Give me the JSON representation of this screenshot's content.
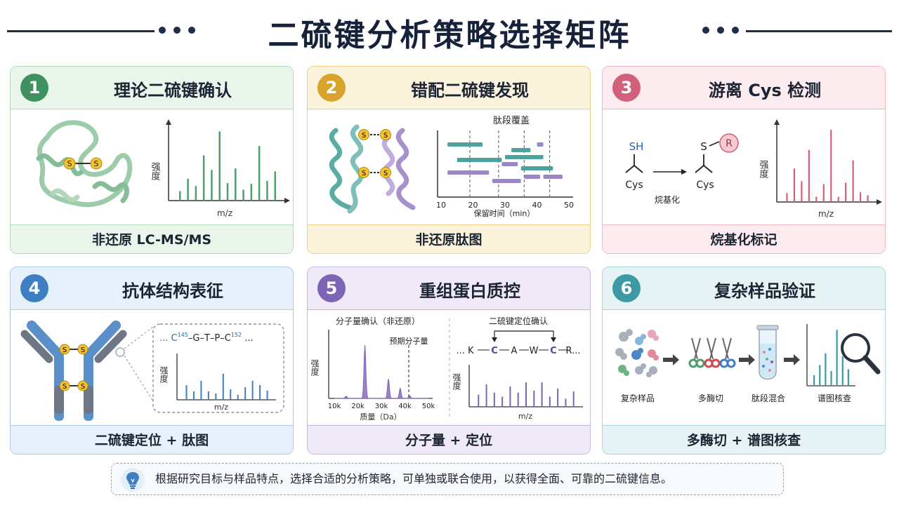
{
  "header": {
    "title": "二硫键分析策略选择矩阵"
  },
  "cards": [
    {
      "num": "1",
      "title": "理论二硫键确认",
      "footer": "非还原 LC-MS/MS",
      "ylabel": "强度",
      "xlabel": "m/z",
      "spectrum": [
        0.13,
        0.3,
        0.2,
        0.62,
        0.42,
        0.95,
        0.24,
        0.44,
        0.15,
        0.23,
        0.75,
        0.27,
        0.4
      ]
    },
    {
      "num": "2",
      "title": "错配二硫键发现",
      "footer": "非还原肽图",
      "chart_title": "肽段覆盖",
      "xlabel": "保留时间（min）",
      "xticks": [
        "10",
        "20",
        "30",
        "40",
        "50"
      ],
      "dashed_at": [
        19,
        28,
        36,
        44
      ]
    },
    {
      "num": "3",
      "title": "游离 Cys 检测",
      "footer": "烷基化标记",
      "sh_label": "SH",
      "s_label": "S",
      "r_label": "R",
      "cys_left": "Cys",
      "cys_right": "Cys",
      "reaction_label": "烷基化",
      "ylabel": "强度",
      "xlabel": "m/z",
      "spectrum": [
        0.12,
        0.45,
        0.28,
        0.7,
        0.07,
        0.24,
        0.97,
        0.07,
        0.26,
        0.56,
        0.13,
        0.09
      ]
    },
    {
      "num": "4",
      "title": "抗体结构表征",
      "footer": "二硫键定位 + 肽图",
      "seq_left": "... C",
      "sup_left": "145",
      "seq_mid": "–G–T–P–C",
      "sup_right": "152",
      "seq_tail": " ...",
      "ylabel": "强度",
      "xlabel": "m/z",
      "spectrum": [
        0.35,
        0.2,
        0.45,
        0.2,
        0.15,
        0.62,
        0.25,
        0.12,
        0.3,
        0.45,
        0.35,
        0.22
      ]
    },
    {
      "num": "5",
      "title": "重组蛋白质控",
      "footer": "分子量 +  定位",
      "left_title": "分子量确认（非还原）",
      "peak_label": "预期分子量",
      "left_ylabel": "强度",
      "left_xlabel": "质量（Da）",
      "xticks": [
        "10k",
        "20k",
        "30k",
        "40k",
        "50k"
      ],
      "right_title": "二硫键定位确认",
      "seq": [
        "... K",
        "C",
        "A",
        "W",
        "C",
        "R..."
      ],
      "right_ylabel": "强度",
      "right_xlabel": "m/z",
      "spectrum": [
        0.3,
        0.55,
        0.35,
        0.25,
        0.5,
        0.35,
        0.6,
        0.4,
        0.6,
        0.25,
        0.45,
        0.2,
        0.38
      ]
    },
    {
      "num": "6",
      "title": "复杂样品验证",
      "footer": "多酶切 + 谱图核查",
      "steps": [
        "复杂样品",
        "多酶切",
        "肽段混合",
        "谱图核查"
      ],
      "spectrum": [
        0.18,
        0.35,
        0.55,
        0.25,
        0.95,
        0.5,
        0.28
      ]
    }
  ],
  "note": "根据研究目标与样品特点，选择合适的分析策略，可单独或联合使用，以获得全面、可靠的二硫键信息。",
  "colors": {
    "green": "#4e9e6d",
    "gold": "#d8a42b",
    "pink": "#d2607a",
    "blue": "#3e7fc4",
    "purple": "#7e64b5",
    "teal": "#3d9aa5",
    "navy": "#1f2d4a"
  }
}
